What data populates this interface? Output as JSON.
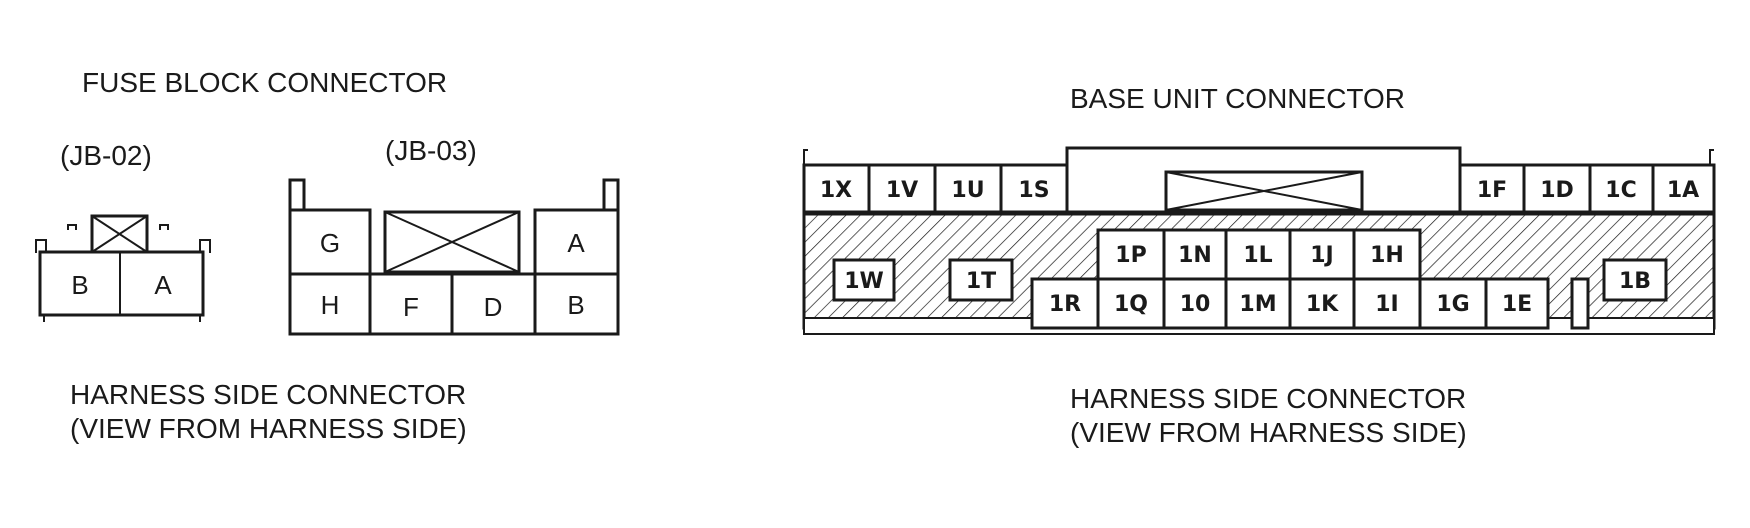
{
  "fuse_block": {
    "title": "FUSE BLOCK CONNECTOR",
    "jb02": {
      "label": "(JB-02)",
      "pins": [
        "B",
        "A"
      ]
    },
    "jb03": {
      "label": "(JB-03)",
      "pins": [
        "G",
        "A",
        "H",
        "F",
        "D",
        "B"
      ]
    },
    "caption_line1": "HARNESS SIDE CONNECTOR",
    "caption_line2": "(VIEW FROM HARNESS SIDE)"
  },
  "base_unit": {
    "title": "BASE UNIT CONNECTOR",
    "top_row_left": [
      "1X",
      "1V",
      "1U",
      "1S"
    ],
    "top_row_right": [
      "1F",
      "1D",
      "1C",
      "1A"
    ],
    "middle_row": [
      "1P",
      "1N",
      "1L",
      "1J",
      "1H"
    ],
    "bottom_row": [
      "1R",
      "1Q",
      "10",
      "1M",
      "1K",
      "1I",
      "1G",
      "1E"
    ],
    "side_pins": [
      "1W",
      "1T",
      "1B"
    ],
    "caption_line1": "HARNESS SIDE CONNECTOR",
    "caption_line2": "(VIEW FROM HARNESS SIDE)"
  }
}
